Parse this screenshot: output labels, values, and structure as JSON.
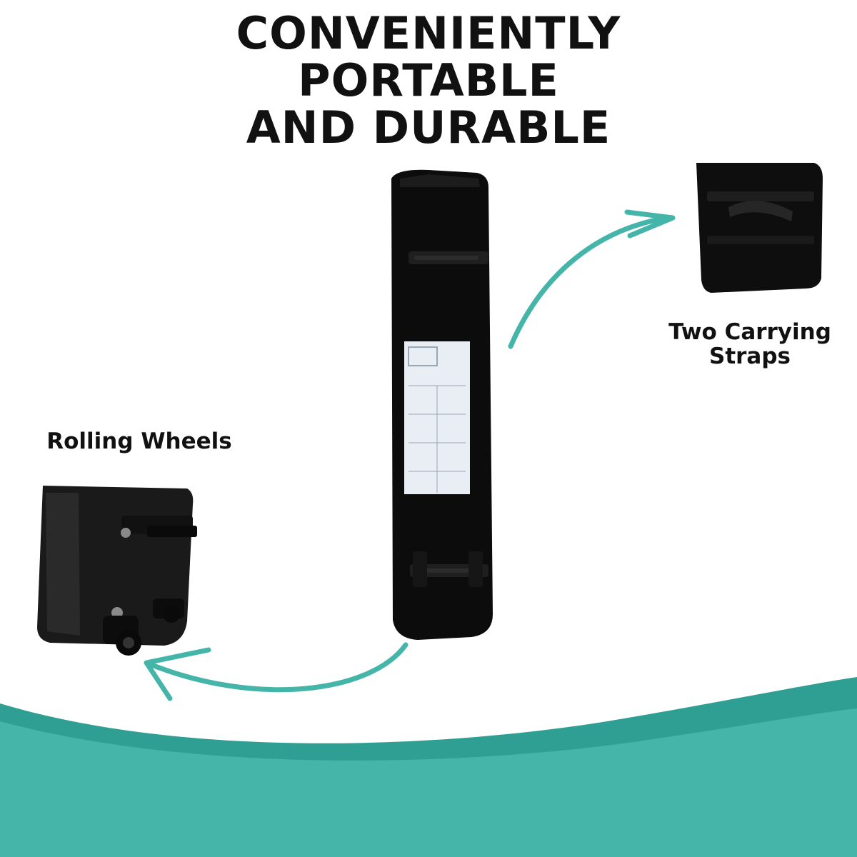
{
  "headline": {
    "line1": "CONVENIENTLY",
    "line2": "PORTABLE",
    "line3": "AND DURABLE"
  },
  "features": {
    "straps": {
      "line1": "Two Carrying",
      "line2": "Straps"
    },
    "wheels": {
      "line1": "Rolling Wheels"
    }
  },
  "colors": {
    "accent": "#45b5aa",
    "accent_dark": "#2f9f94",
    "bag": "#0c0c0c",
    "text": "#111111"
  }
}
